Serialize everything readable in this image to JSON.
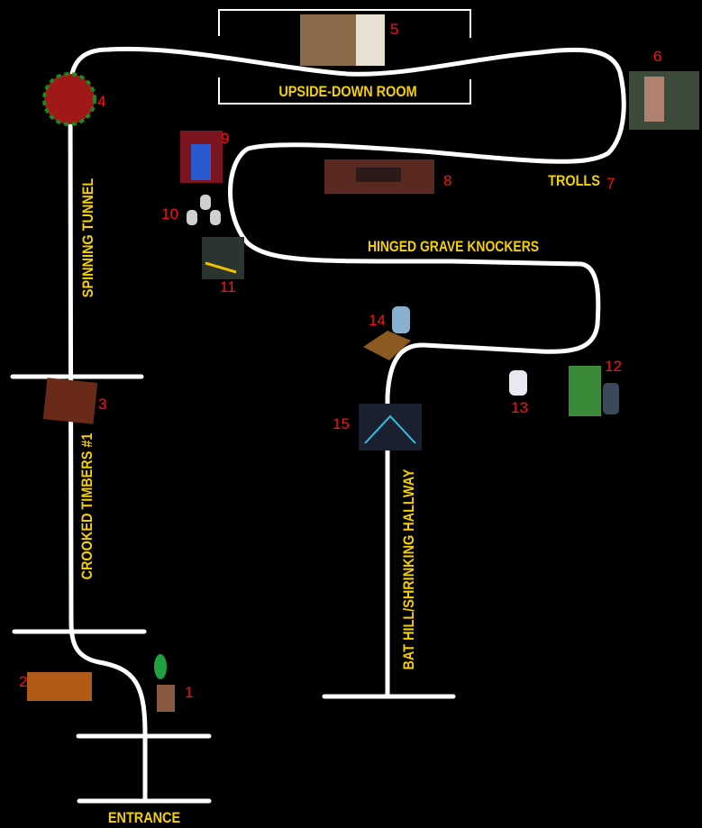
{
  "title": "Dark ride map",
  "colors": {
    "track": "#ffffff",
    "label": "#f5d000",
    "number": "#ff1010",
    "background": "#000000"
  },
  "areas": {
    "upside_down_room": "UPSIDE-DOWN ROOM",
    "spinning_tunnel": "SPINNING TUNNEL",
    "hinged_grave_knockers": "HINGED GRAVE KNOCKERS",
    "trolls": "TROLLS",
    "crooked_timbers": "CROOKED TIMBERS #1",
    "bat_hill": "BAT HILL/SHRINKING HALLWAY",
    "entrance": "ENTRANCE"
  },
  "stops": [
    "1",
    "2",
    "3",
    "4",
    "5",
    "6",
    "7",
    "8",
    "9",
    "10",
    "11",
    "12",
    "13",
    "14",
    "15"
  ]
}
